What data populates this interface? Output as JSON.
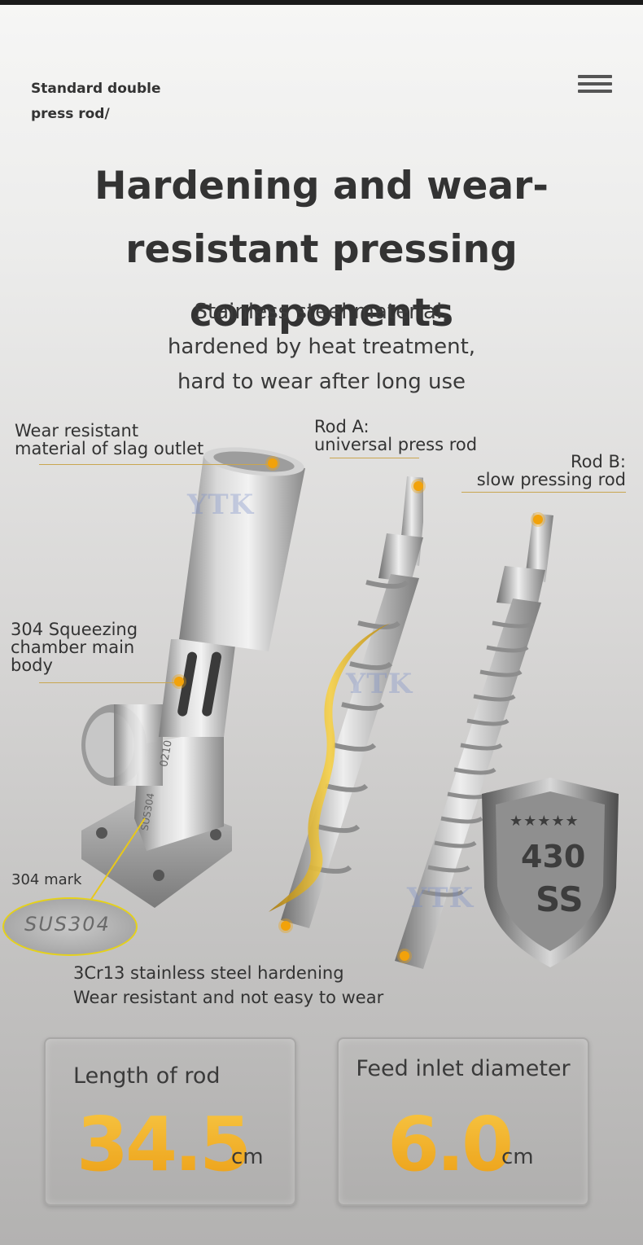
{
  "header": {
    "breadcrumb": "Standard double\npress rod/",
    "menu_icon": "hamburger-menu-icon"
  },
  "hero": {
    "title": "Hardening and wear-resistant pressing components",
    "subtitle": "Stainless steel material,\nhardened by heat treatment,\nhard to wear after long use"
  },
  "annotations": {
    "slag_outlet": "Wear resistant\nmaterial of slag outlet",
    "rod_a": "Rod A:\nuniversal press rod",
    "rod_b": "Rod B:\nslow pressing rod",
    "chamber": "304 Squeezing\nchamber main\nbody",
    "mark": "304 mark"
  },
  "product_markings": {
    "watermark": "YTK",
    "stamp": "SUS304",
    "casting_code": "0210",
    "shield_stars": "★★★★★",
    "shield_grade_top": "430",
    "shield_grade_bottom": "SS"
  },
  "caption": "3Cr13 stainless steel hardening\nWear resistant and not easy to wear",
  "specs": [
    {
      "label": "Length of rod",
      "value": "34.5",
      "unit": "cm"
    },
    {
      "label": "Feed inlet diameter",
      "value": "6.0",
      "unit": "cm"
    }
  ],
  "colors": {
    "accent": "#f2a20a",
    "value_gold": "#f3b521",
    "text": "#333333"
  }
}
